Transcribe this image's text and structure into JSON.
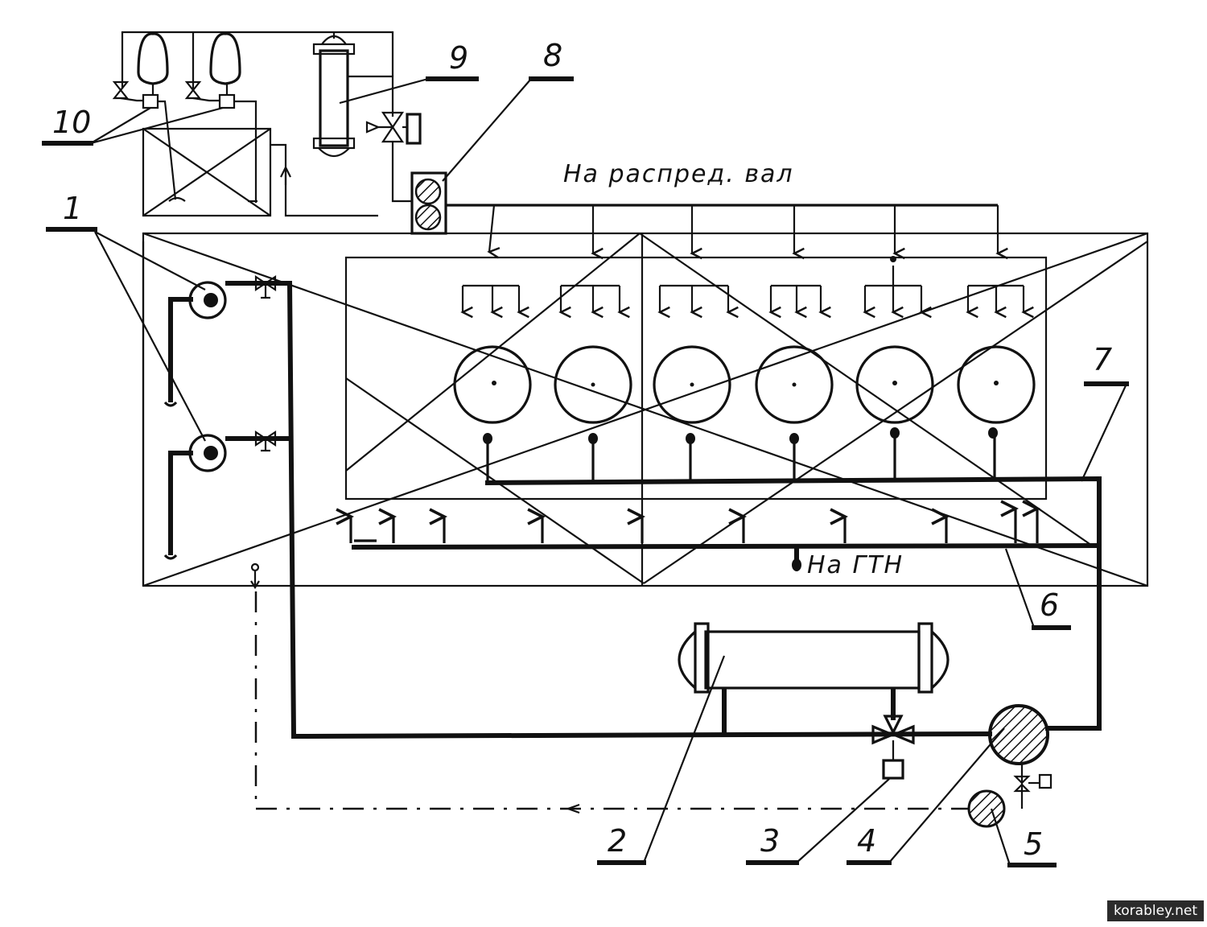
{
  "diagram": {
    "annotations": {
      "camshaft": "На распред. вал",
      "gtn": "На ГТН"
    },
    "callouts": {
      "c1": "1",
      "c2": "2",
      "c3": "3",
      "c4": "4",
      "c5": "5",
      "c6": "6",
      "c7": "7",
      "c8": "8",
      "c9": "9",
      "c10": "10"
    }
  },
  "watermark": "korabley.net",
  "colors": {
    "line": "#111111",
    "background": "#ffffff"
  }
}
